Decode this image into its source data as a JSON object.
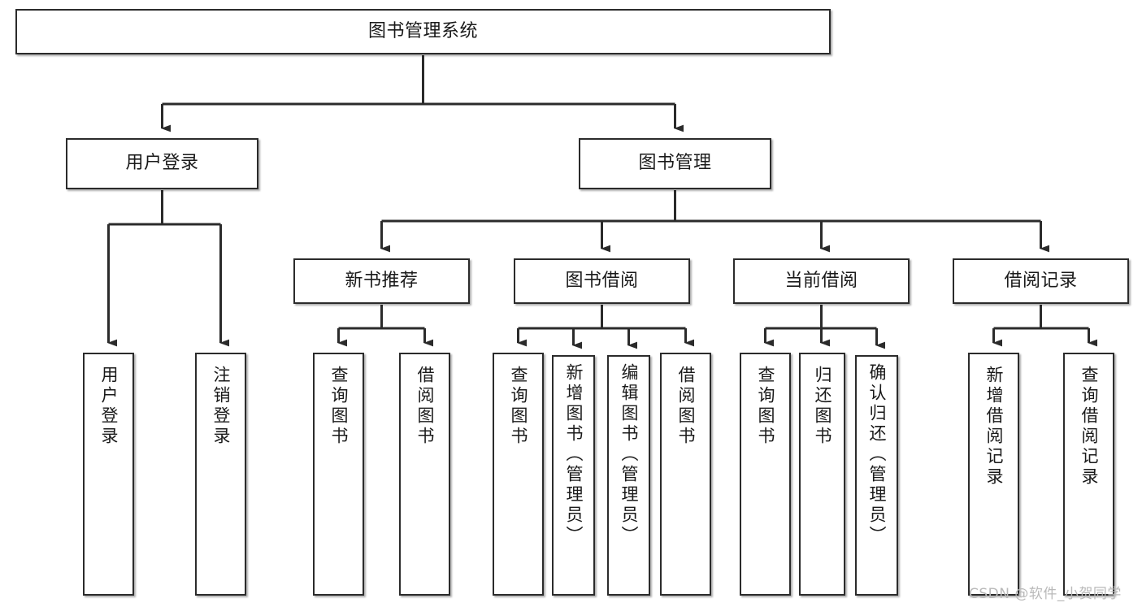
{
  "diagram": {
    "type": "tree",
    "title": "图书管理系统",
    "orientation": "top-down",
    "root": {
      "label": "图书管理系统"
    },
    "level2": [
      {
        "label": "用户登录"
      },
      {
        "label": "图书管理"
      }
    ],
    "level3": [
      {
        "label": "新书推荐"
      },
      {
        "label": "图书借阅"
      },
      {
        "label": "当前借阅"
      },
      {
        "label": "借阅记录"
      }
    ],
    "leaves": {
      "user_login": [
        {
          "label": "用户登录"
        },
        {
          "label": "注销登录"
        }
      ],
      "new_book_recommend": [
        {
          "label": "查询图书"
        },
        {
          "label": "借阅图书"
        }
      ],
      "book_borrow": [
        {
          "label": "查询图书"
        },
        {
          "label": "新增图书（管理员）"
        },
        {
          "label": "编辑图书（管理员）"
        },
        {
          "label": "借阅图书"
        }
      ],
      "current_borrow": [
        {
          "label": "查询图书"
        },
        {
          "label": "归还图书"
        },
        {
          "label": "确认归还（管理员）"
        }
      ],
      "borrow_record": [
        {
          "label": "新增借阅记录"
        },
        {
          "label": "查询借阅记录"
        }
      ]
    }
  },
  "watermark": {
    "text": "CSDN @软件_小贺同学"
  },
  "colors": {
    "box_border": "#2b2b2b",
    "box_fill": "#ffffff",
    "connector": "#2b2b2b",
    "text": "#1a1a1a",
    "watermark": "#b9b9b9"
  }
}
